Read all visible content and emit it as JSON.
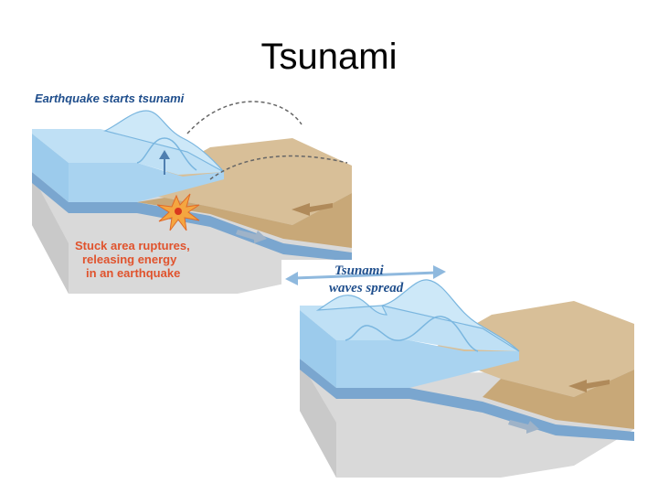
{
  "slide": {
    "title": "Tsunami"
  },
  "diagrams": {
    "earthquake": {
      "heading": "Earthquake starts tsunami",
      "caption": [
        "Stuck area ruptures,",
        "releasing energy",
        "in an earthquake"
      ]
    },
    "spread": {
      "heading": [
        "Tsunami",
        "waves spread"
      ]
    }
  },
  "colors": {
    "water": "#a9d3f0",
    "water_dark": "#6fb0dc",
    "land": "#d8bf98",
    "land_dark": "#b89a6e",
    "crust_gray": "#d9d9d9",
    "heading": "#1f4e8c",
    "caption": "#e0532d",
    "burst": "#f4a640"
  }
}
